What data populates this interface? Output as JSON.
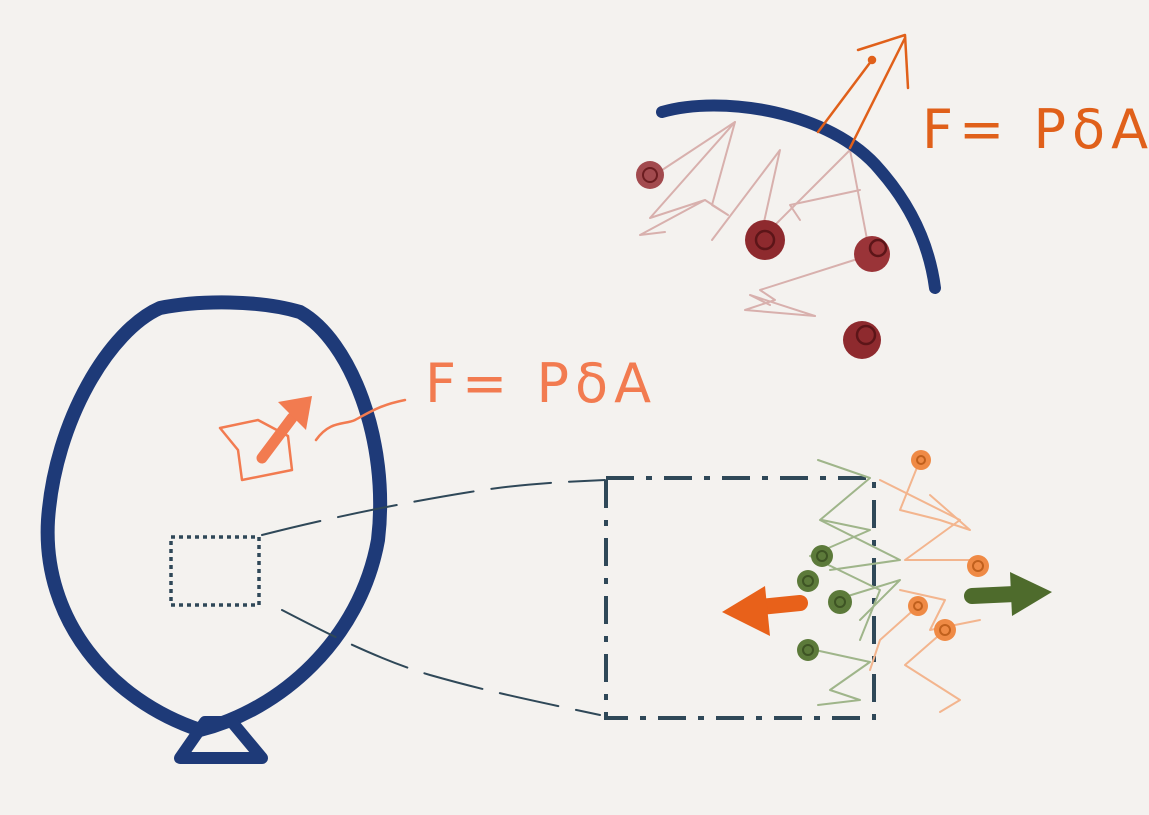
{
  "labels": {
    "top_formula": "F= PδA",
    "balloon_formula": "F= PδA"
  },
  "colors": {
    "background": "#f4f2ef",
    "balloon_navy": "#1e3a78",
    "box_slate": "#2f4858",
    "top_formula_orange": "#e0601a",
    "balloon_formula_coral": "#f27b50",
    "molecule_dark_red": "#8e2a2e",
    "molecule_trail_pink": "#d8b0ad",
    "molecule_green": "#5c7a3a",
    "molecule_green_trail": "#9fb58a",
    "molecule_orange": "#ef8a45",
    "molecule_orange_trail": "#f3b58e",
    "arrow_orange": "#e8611a",
    "arrow_green": "#4e6b2c"
  },
  "icons": [
    "force-arrow",
    "gas-molecule",
    "balloon-knot"
  ]
}
